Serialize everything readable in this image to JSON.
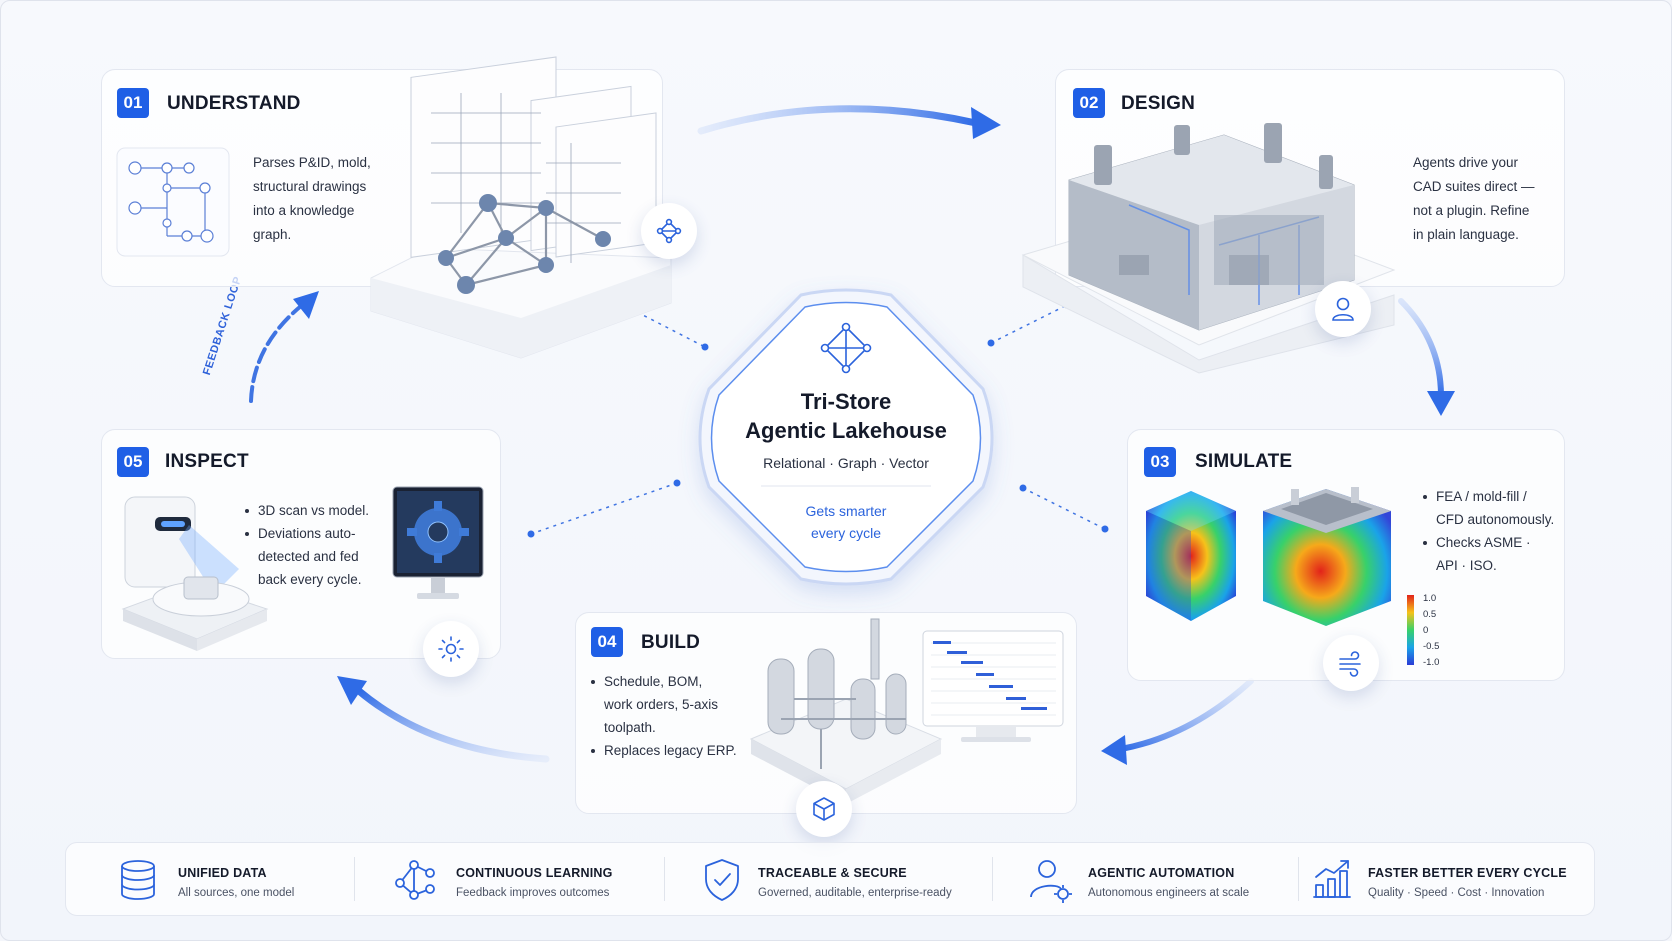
{
  "stages": [
    {
      "num": "01",
      "title": "UNDERSTAND",
      "lines": [
        "Parses P&ID, mold,",
        "structural drawings",
        "into a knowledge",
        "graph."
      ]
    },
    {
      "num": "02",
      "title": "DESIGN",
      "lines": [
        "Agents drive your",
        "CAD suites direct —",
        "not a plugin. Refine",
        "in plain language."
      ]
    },
    {
      "num": "03",
      "title": "SIMULATE",
      "bullets": [
        [
          "FEA / mold-fill /",
          "CFD autonomously."
        ],
        [
          "Checks ASME ·",
          "API · ISO."
        ]
      ],
      "scale": [
        "1.0",
        "0.5",
        "0",
        "-0.5",
        "-1.0"
      ]
    },
    {
      "num": "04",
      "title": "BUILD",
      "bullets": [
        [
          "Schedule, BOM,",
          "work orders, 5-axis",
          "toolpath."
        ],
        [
          "Replaces legacy ERP."
        ]
      ]
    },
    {
      "num": "05",
      "title": "INSPECT",
      "bullets": [
        [
          "3D scan vs model."
        ],
        [
          "Deviations auto-",
          "detected and fed",
          "back every cycle."
        ]
      ]
    }
  ],
  "feedback_label": "FEEDBACK LOOP",
  "center": {
    "title1": "Tri-Store",
    "title2": "Agentic Lakehouse",
    "subtitle": "Relational · Graph · Vector",
    "accent1": "Gets smarter",
    "accent2": "every cycle"
  },
  "footer": [
    {
      "title": "UNIFIED DATA",
      "sub": "All sources, one model",
      "icon": "database-icon"
    },
    {
      "title": "CONTINUOUS LEARNING",
      "sub": "Feedback improves outcomes",
      "icon": "network-icon"
    },
    {
      "title": "TRACEABLE & SECURE",
      "sub": "Governed, auditable, enterprise-ready",
      "icon": "shield-check-icon"
    },
    {
      "title": "AGENTIC AUTOMATION",
      "sub": "Autonomous engineers at scale",
      "icon": "user-gear-icon"
    },
    {
      "title": "FASTER BETTER EVERY CYCLE",
      "sub": "Quality · Speed · Cost · Innovation",
      "icon": "growth-chart-icon"
    }
  ],
  "colors": {
    "accent": "#1f5fe6",
    "accent_text": "#2b63dc",
    "text": "#141a2a"
  }
}
